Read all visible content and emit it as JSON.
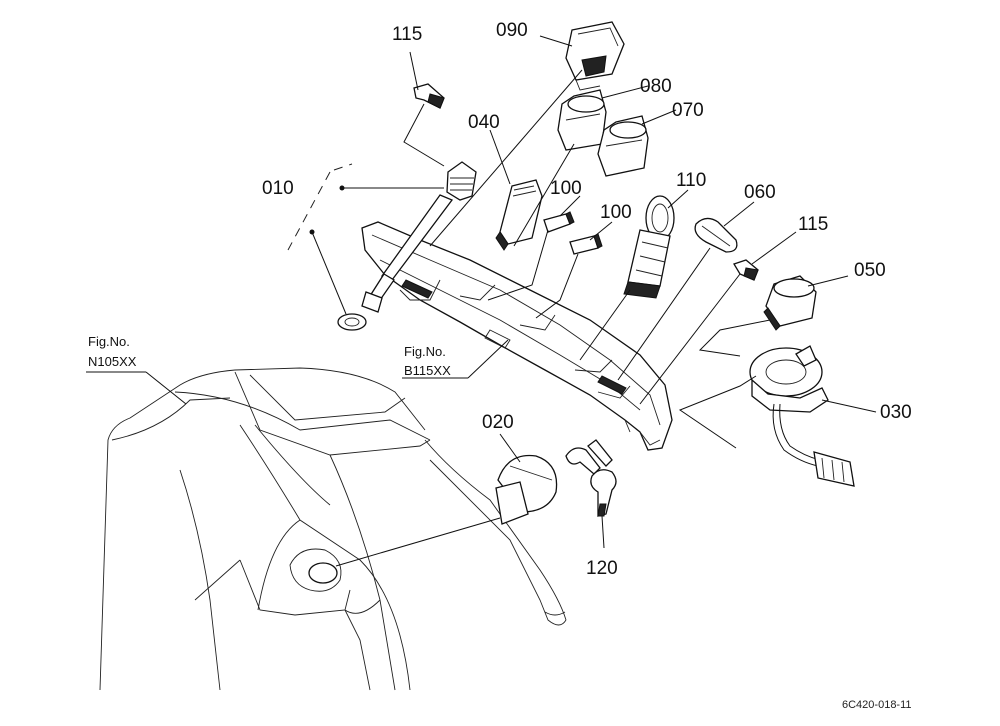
{
  "parts": [
    {
      "id": "p115a",
      "label": "115"
    },
    {
      "id": "p090",
      "label": "090"
    },
    {
      "id": "p080",
      "label": "080"
    },
    {
      "id": "p070",
      "label": "070"
    },
    {
      "id": "p040",
      "label": "040"
    },
    {
      "id": "p010",
      "label": "010"
    },
    {
      "id": "p100a",
      "label": "100"
    },
    {
      "id": "p100b",
      "label": "100"
    },
    {
      "id": "p110",
      "label": "110"
    },
    {
      "id": "p060",
      "label": "060"
    },
    {
      "id": "p115b",
      "label": "115"
    },
    {
      "id": "p050",
      "label": "050"
    },
    {
      "id": "p030",
      "label": "030"
    },
    {
      "id": "p020",
      "label": "020"
    },
    {
      "id": "p120",
      "label": "120"
    }
  ],
  "references": [
    {
      "line1": "Fig.No.",
      "line2": "N105XX"
    },
    {
      "line1": "Fig.No.",
      "line2": "B115XX"
    }
  ],
  "diagram_code": "6C420-018-11"
}
